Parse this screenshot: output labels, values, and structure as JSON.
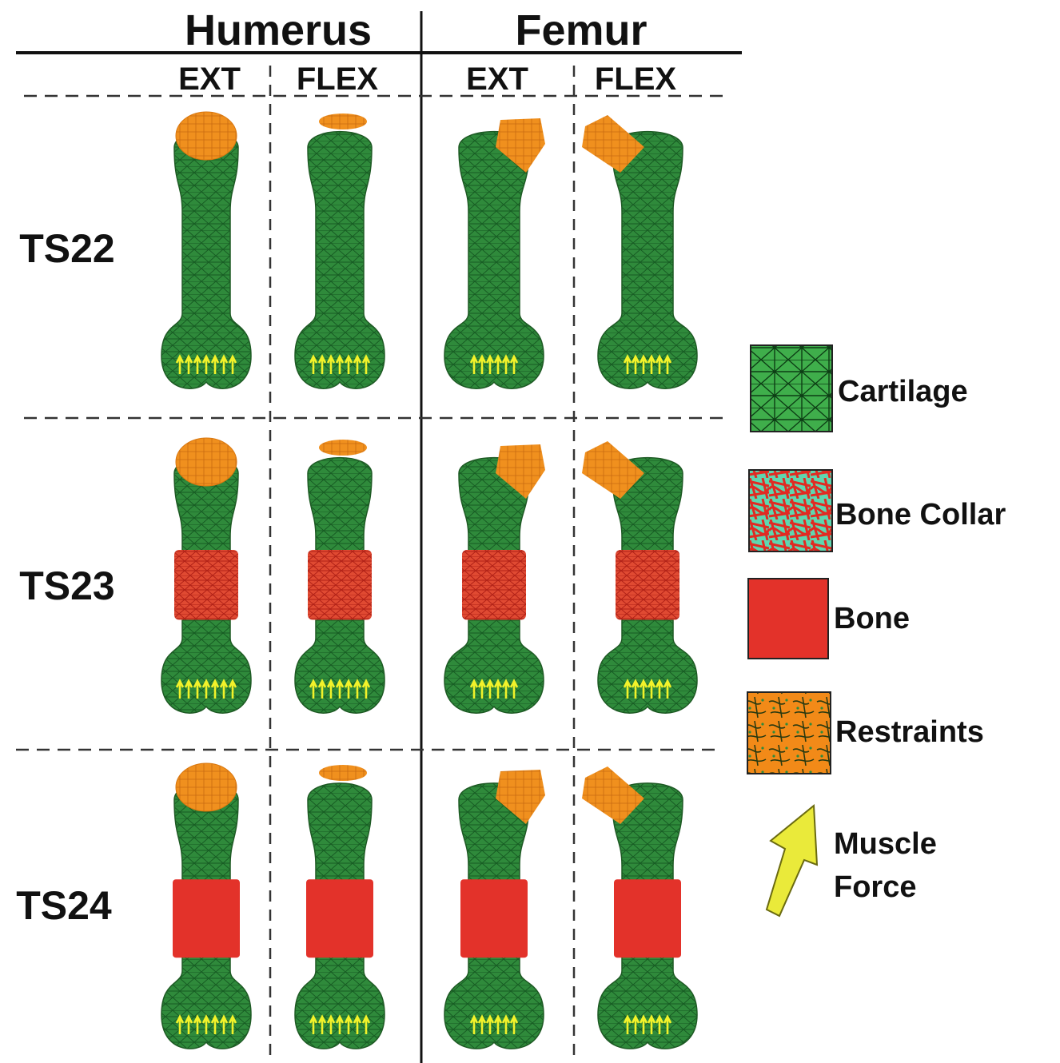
{
  "headers": {
    "humerus": "Humerus",
    "femur": "Femur",
    "humerus_ext": "EXT",
    "humerus_flex": "FLEX",
    "femur_ext": "EXT",
    "femur_flex": "FLEX"
  },
  "rows": [
    {
      "label": "TS22",
      "has_bone_collar": false,
      "has_bone": false
    },
    {
      "label": "TS23",
      "has_bone_collar": true,
      "has_bone": false
    },
    {
      "label": "TS24",
      "has_bone_collar": false,
      "has_bone": true
    }
  ],
  "legend": {
    "cartilage": "Cartilage",
    "bone_collar": "Bone Collar",
    "bone": "Bone",
    "restraints": "Restraints",
    "muscle_force_line1": "Muscle",
    "muscle_force_line2": "Force"
  },
  "colors": {
    "cartilage": "#2e8b3a",
    "bone_collar": "#e03a2a",
    "bone": "#e3322a",
    "restraints": "#f08a1a",
    "muscle_force": "#ecec2a"
  }
}
